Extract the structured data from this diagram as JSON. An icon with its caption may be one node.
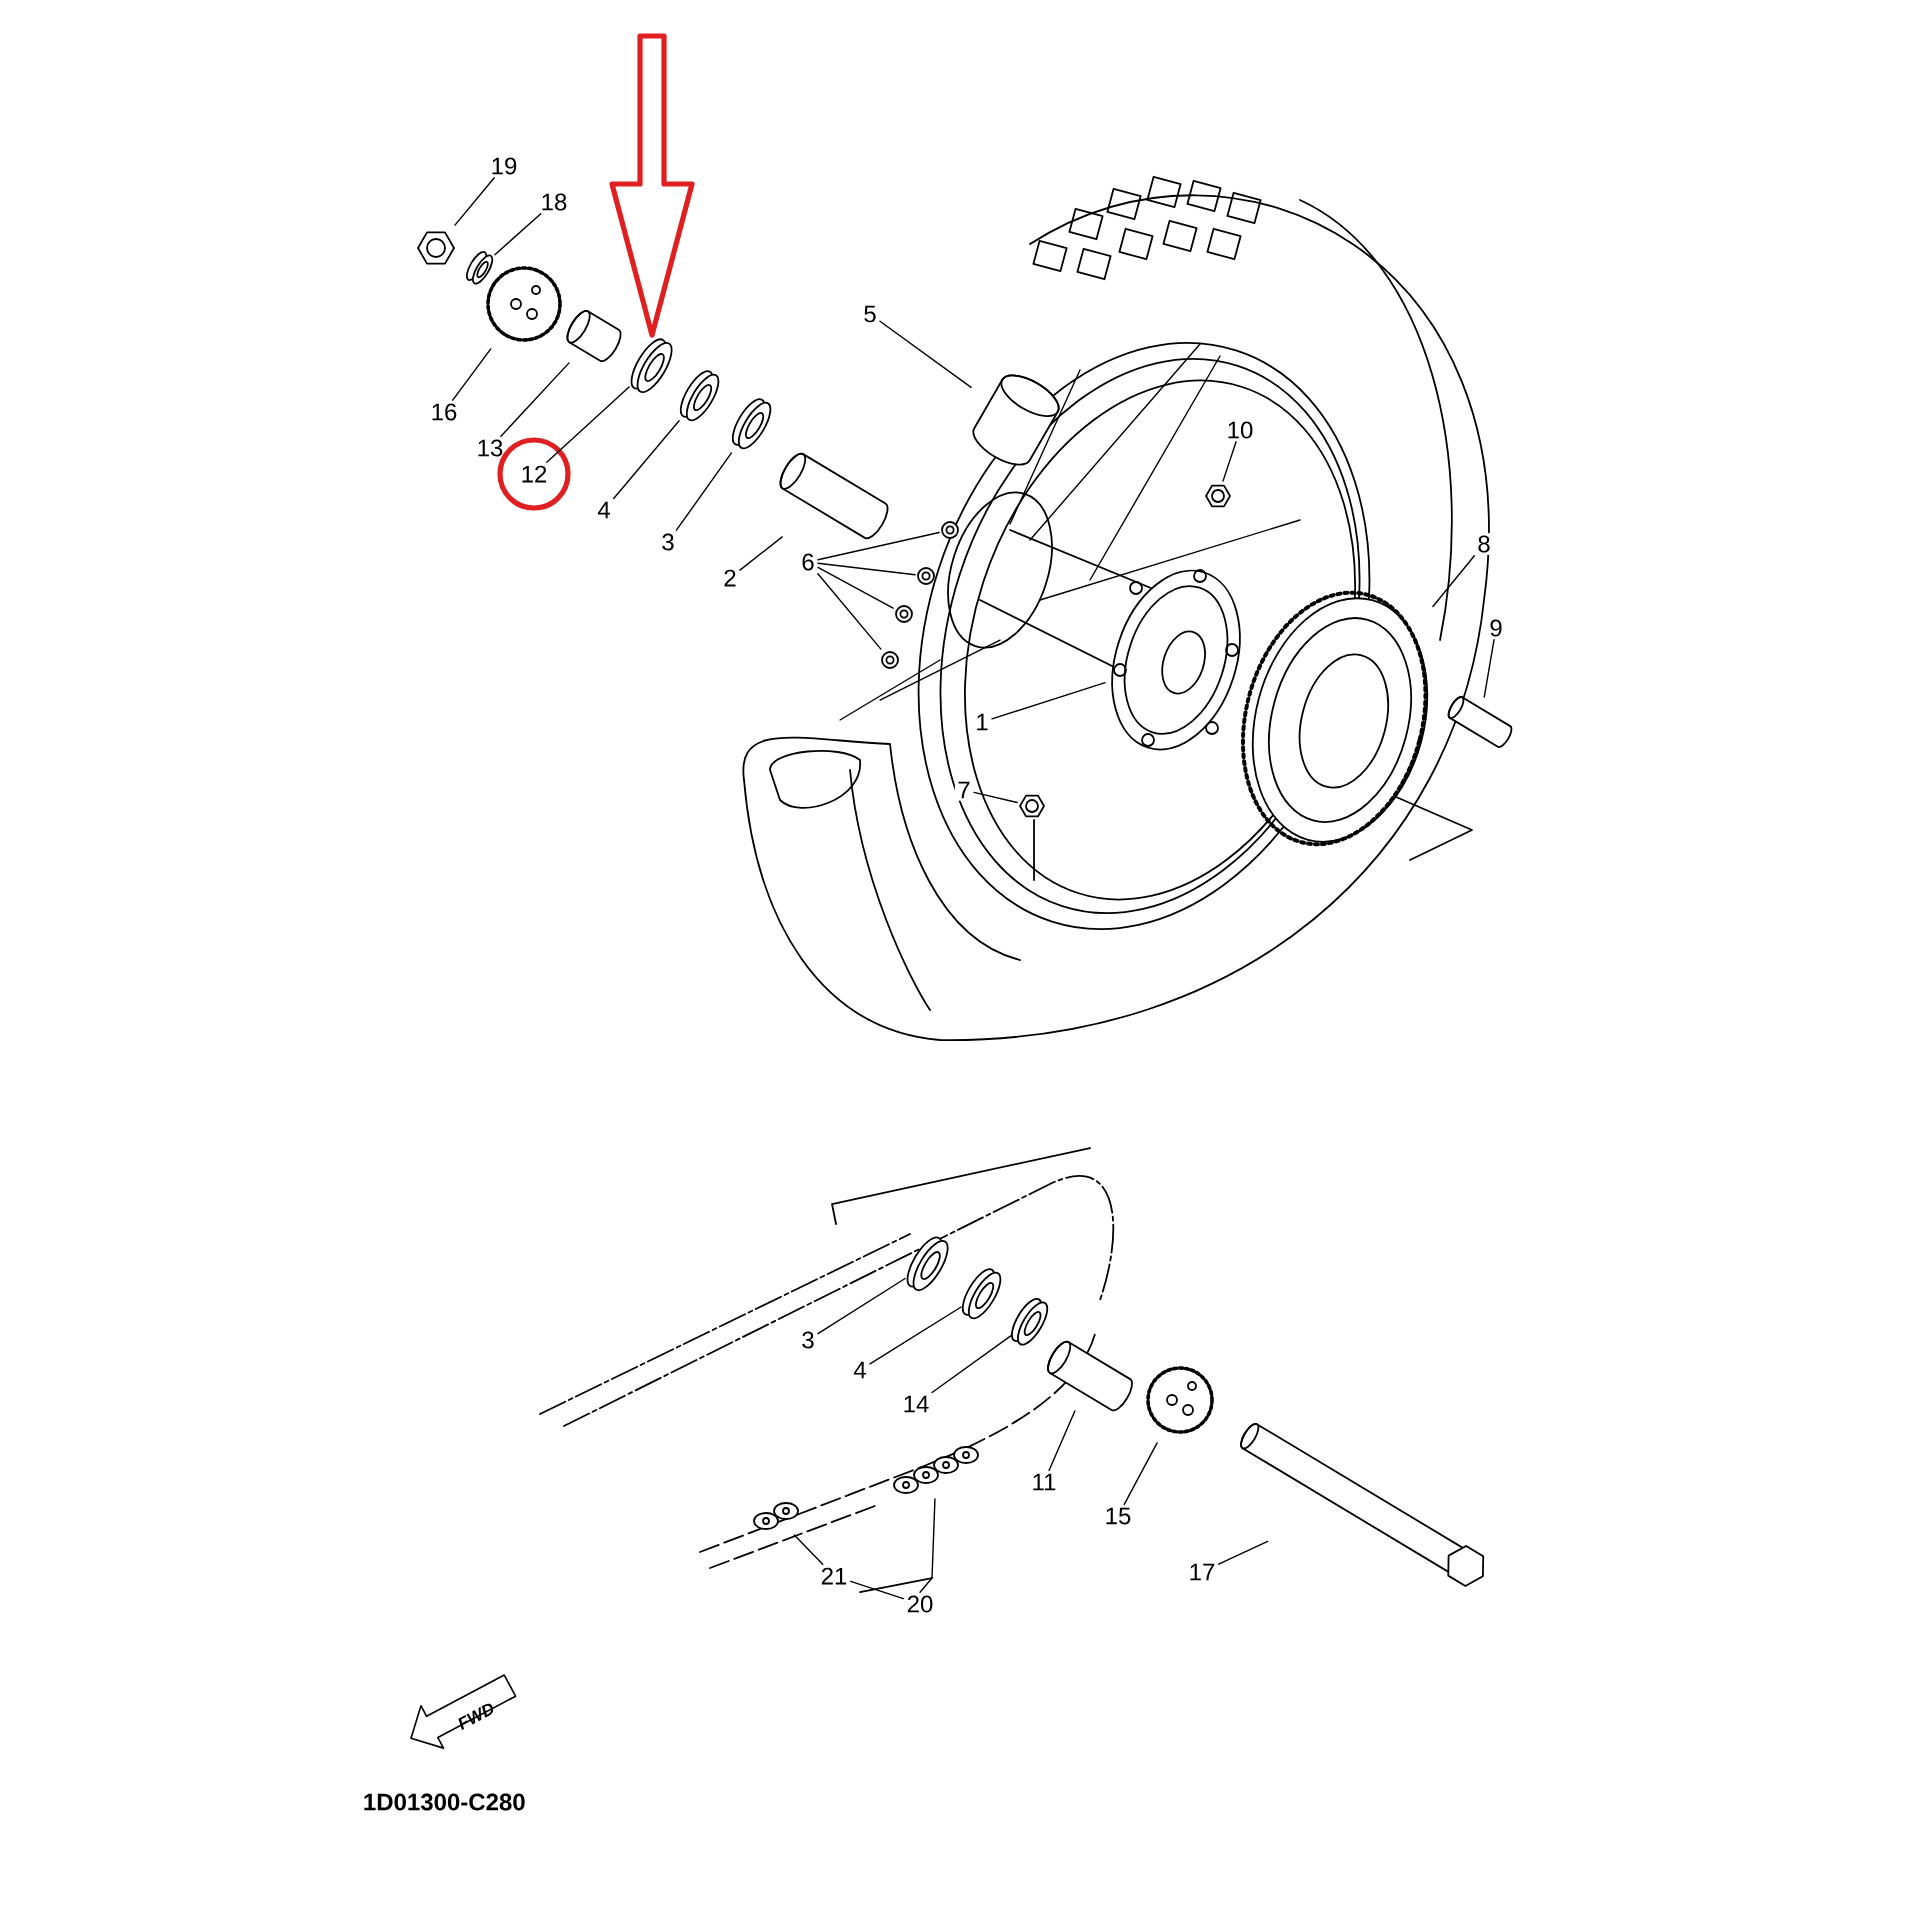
{
  "diagram": {
    "nodes": [
      {
        "text": [
          "19"
        ]
      },
      {
        "text": [
          "18"
        ]
      },
      {
        "text": [
          "16"
        ]
      },
      {
        "text": [
          "13"
        ]
      },
      {
        "text": [
          "12"
        ]
      },
      {
        "text": [
          "4"
        ]
      },
      {
        "text": [
          "3"
        ]
      },
      {
        "text": [
          "2"
        ]
      },
      {
        "text": [
          "6"
        ]
      },
      {
        "text": [
          "5"
        ]
      },
      {
        "text": [
          "10"
        ]
      },
      {
        "text": [
          "8"
        ]
      },
      {
        "text": [
          "9"
        ]
      },
      {
        "text": [
          "1"
        ]
      },
      {
        "text": [
          "7"
        ]
      },
      {
        "text": [
          "3"
        ]
      },
      {
        "text": [
          "4"
        ]
      },
      {
        "text": [
          "14"
        ]
      },
      {
        "text": [
          "11"
        ]
      },
      {
        "text": [
          "15"
        ]
      },
      {
        "text": [
          "17"
        ]
      },
      {
        "text": [
          "21"
        ]
      },
      {
        "text": [
          "20"
        ]
      },
      {
        "text": [],
        "shape": "picture"
      },
      {
        "text": [],
        "shape": "picture"
      },
      {
        "text": [],
        "shape": "picture"
      },
      {
        "text": [],
        "shape": "picture"
      },
      {
        "text": [],
        "shape": "picture"
      },
      {
        "text": [],
        "shape": "picture"
      },
      {
        "text": [],
        "shape": "picture"
      },
      {
        "text": [],
        "shape": "picture"
      },
      {
        "text": [],
        "shape": "picture"
      },
      {
        "text": [],
        "shape": "picture"
      },
      {
        "text": [],
        "shape": "picture"
      },
      {
        "text": [],
        "shape": "picture"
      },
      {
        "text": [],
        "shape": "picture"
      },
      {
        "text": [],
        "shape": "picture"
      },
      {
        "text": [],
        "shape": "picture"
      },
      {
        "text": [],
        "shape": "picture"
      },
      {
        "text": [],
        "shape": "picture"
      },
      {
        "text": [],
        "shape": "picture"
      },
      {
        "text": [],
        "shape": "picture"
      },
      {
        "text": [],
        "shape": "picture"
      },
      {
        "text": [],
        "shape": "picture"
      },
      {
        "text": [],
        "shape": "picture"
      },
      {
        "text": [],
        "shape": "picture"
      },
      {
        "text": [],
        "shape": "picture"
      },
      {
        "text": [],
        "shape": "picture"
      },
      {
        "text": [],
        "shape": "picture"
      }
    ],
    "edges": [
      {
        "from": 0,
        "to": 23,
        "arrow": "none"
      },
      {
        "from": 1,
        "to": 24,
        "arrow": "none"
      },
      {
        "from": 2,
        "to": 25,
        "arrow": "none"
      },
      {
        "from": 3,
        "to": 26,
        "arrow": "none"
      },
      {
        "from": 4,
        "to": 27,
        "arrow": "none"
      },
      {
        "from": 5,
        "to": 28,
        "arrow": "none"
      },
      {
        "from": 6,
        "to": 29,
        "arrow": "none"
      },
      {
        "from": 7,
        "to": 30,
        "arrow": "none"
      },
      {
        "from": 8,
        "to": 31,
        "arrow": "none"
      },
      {
        "from": 8,
        "to": 32,
        "arrow": "none"
      },
      {
        "from": 8,
        "to": 33,
        "arrow": "none"
      },
      {
        "from": 8,
        "to": 34,
        "arrow": "none"
      },
      {
        "from": 9,
        "to": 35,
        "arrow": "none"
      },
      {
        "from": 10,
        "to": 37,
        "arrow": "none"
      },
      {
        "from": 11,
        "to": 38,
        "arrow": "none"
      },
      {
        "from": 12,
        "to": 39,
        "arrow": "none"
      },
      {
        "from": 13,
        "to": 36,
        "arrow": "none"
      },
      {
        "from": 14,
        "to": 40,
        "arrow": "none"
      },
      {
        "from": 15,
        "to": 41,
        "arrow": "none"
      },
      {
        "from": 16,
        "to": 42,
        "arrow": "none"
      },
      {
        "from": 17,
        "to": 43,
        "arrow": "none"
      },
      {
        "from": 18,
        "to": 44,
        "arrow": "none"
      },
      {
        "from": 19,
        "to": 45,
        "arrow": "none"
      },
      {
        "from": 20,
        "to": 46,
        "arrow": "none"
      },
      {
        "from": 21,
        "to": 47,
        "arrow": "none"
      },
      {
        "from": 22,
        "to": 48,
        "arrow": "none"
      },
      {
        "from": null,
        "to": 27,
        "arrow": "to",
        "style": "thick",
        "color": "#e02020"
      },
      {
        "from": 22,
        "to": 21,
        "arrow": "none"
      }
    ],
    "labels": [
      "FWD",
      "1D01300-C280"
    ]
  }
}
